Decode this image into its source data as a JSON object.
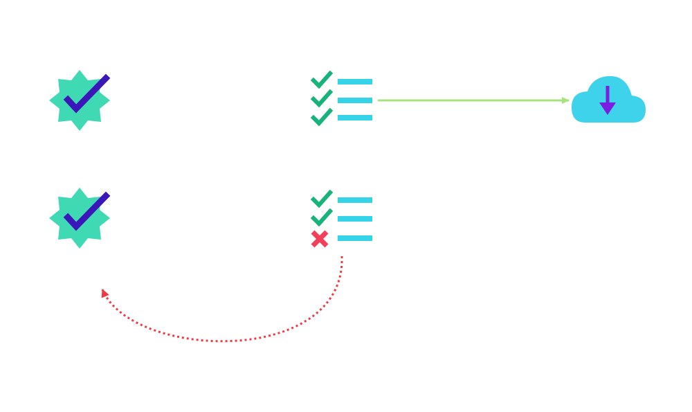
{
  "colors": {
    "background": "#ffffff",
    "badge_fill": "#3fd9b4",
    "badge_check": "#3b16b8",
    "list_check": "#17b37a",
    "list_cross": "#f2405a",
    "list_line": "#34d3e8",
    "cloud_fill": "#3ed3ea",
    "cloud_arrow": "#7a1fe0",
    "success_connector": "#a6e37a",
    "retry_connector": "#ef3a46"
  },
  "nodes": [
    {
      "id": "badge-top",
      "icon": "verified-badge-icon"
    },
    {
      "id": "checklist-pass",
      "icon": "checklist-all-passed-icon",
      "items": [
        "pass",
        "pass",
        "pass"
      ]
    },
    {
      "id": "cloud-download",
      "icon": "cloud-download-icon"
    },
    {
      "id": "badge-bottom",
      "icon": "verified-badge-icon"
    },
    {
      "id": "checklist-fail",
      "icon": "checklist-with-failure-icon",
      "items": [
        "pass",
        "pass",
        "fail"
      ]
    }
  ],
  "edges": [
    {
      "from": "checklist-pass",
      "to": "cloud-download",
      "style": "solid"
    },
    {
      "from": "checklist-fail",
      "to": "badge-bottom",
      "style": "dotted"
    }
  ]
}
